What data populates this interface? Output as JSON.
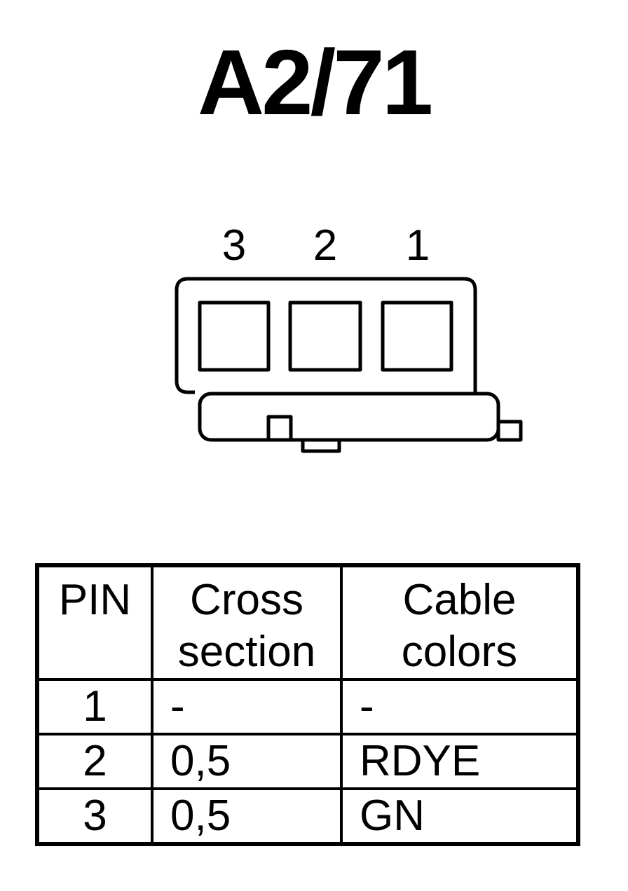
{
  "title": "A2/71",
  "connector": {
    "pin_labels": [
      "3",
      "2",
      "1"
    ]
  },
  "table": {
    "headers": [
      "PIN",
      "Cross section",
      "Cable colors"
    ],
    "rows": [
      {
        "pin": "1",
        "cross_section": "-",
        "cable_color": "-"
      },
      {
        "pin": "2",
        "cross_section": "0,5",
        "cable_color": "RDYE"
      },
      {
        "pin": "3",
        "cross_section": "0,5",
        "cable_color": "GN"
      }
    ]
  }
}
